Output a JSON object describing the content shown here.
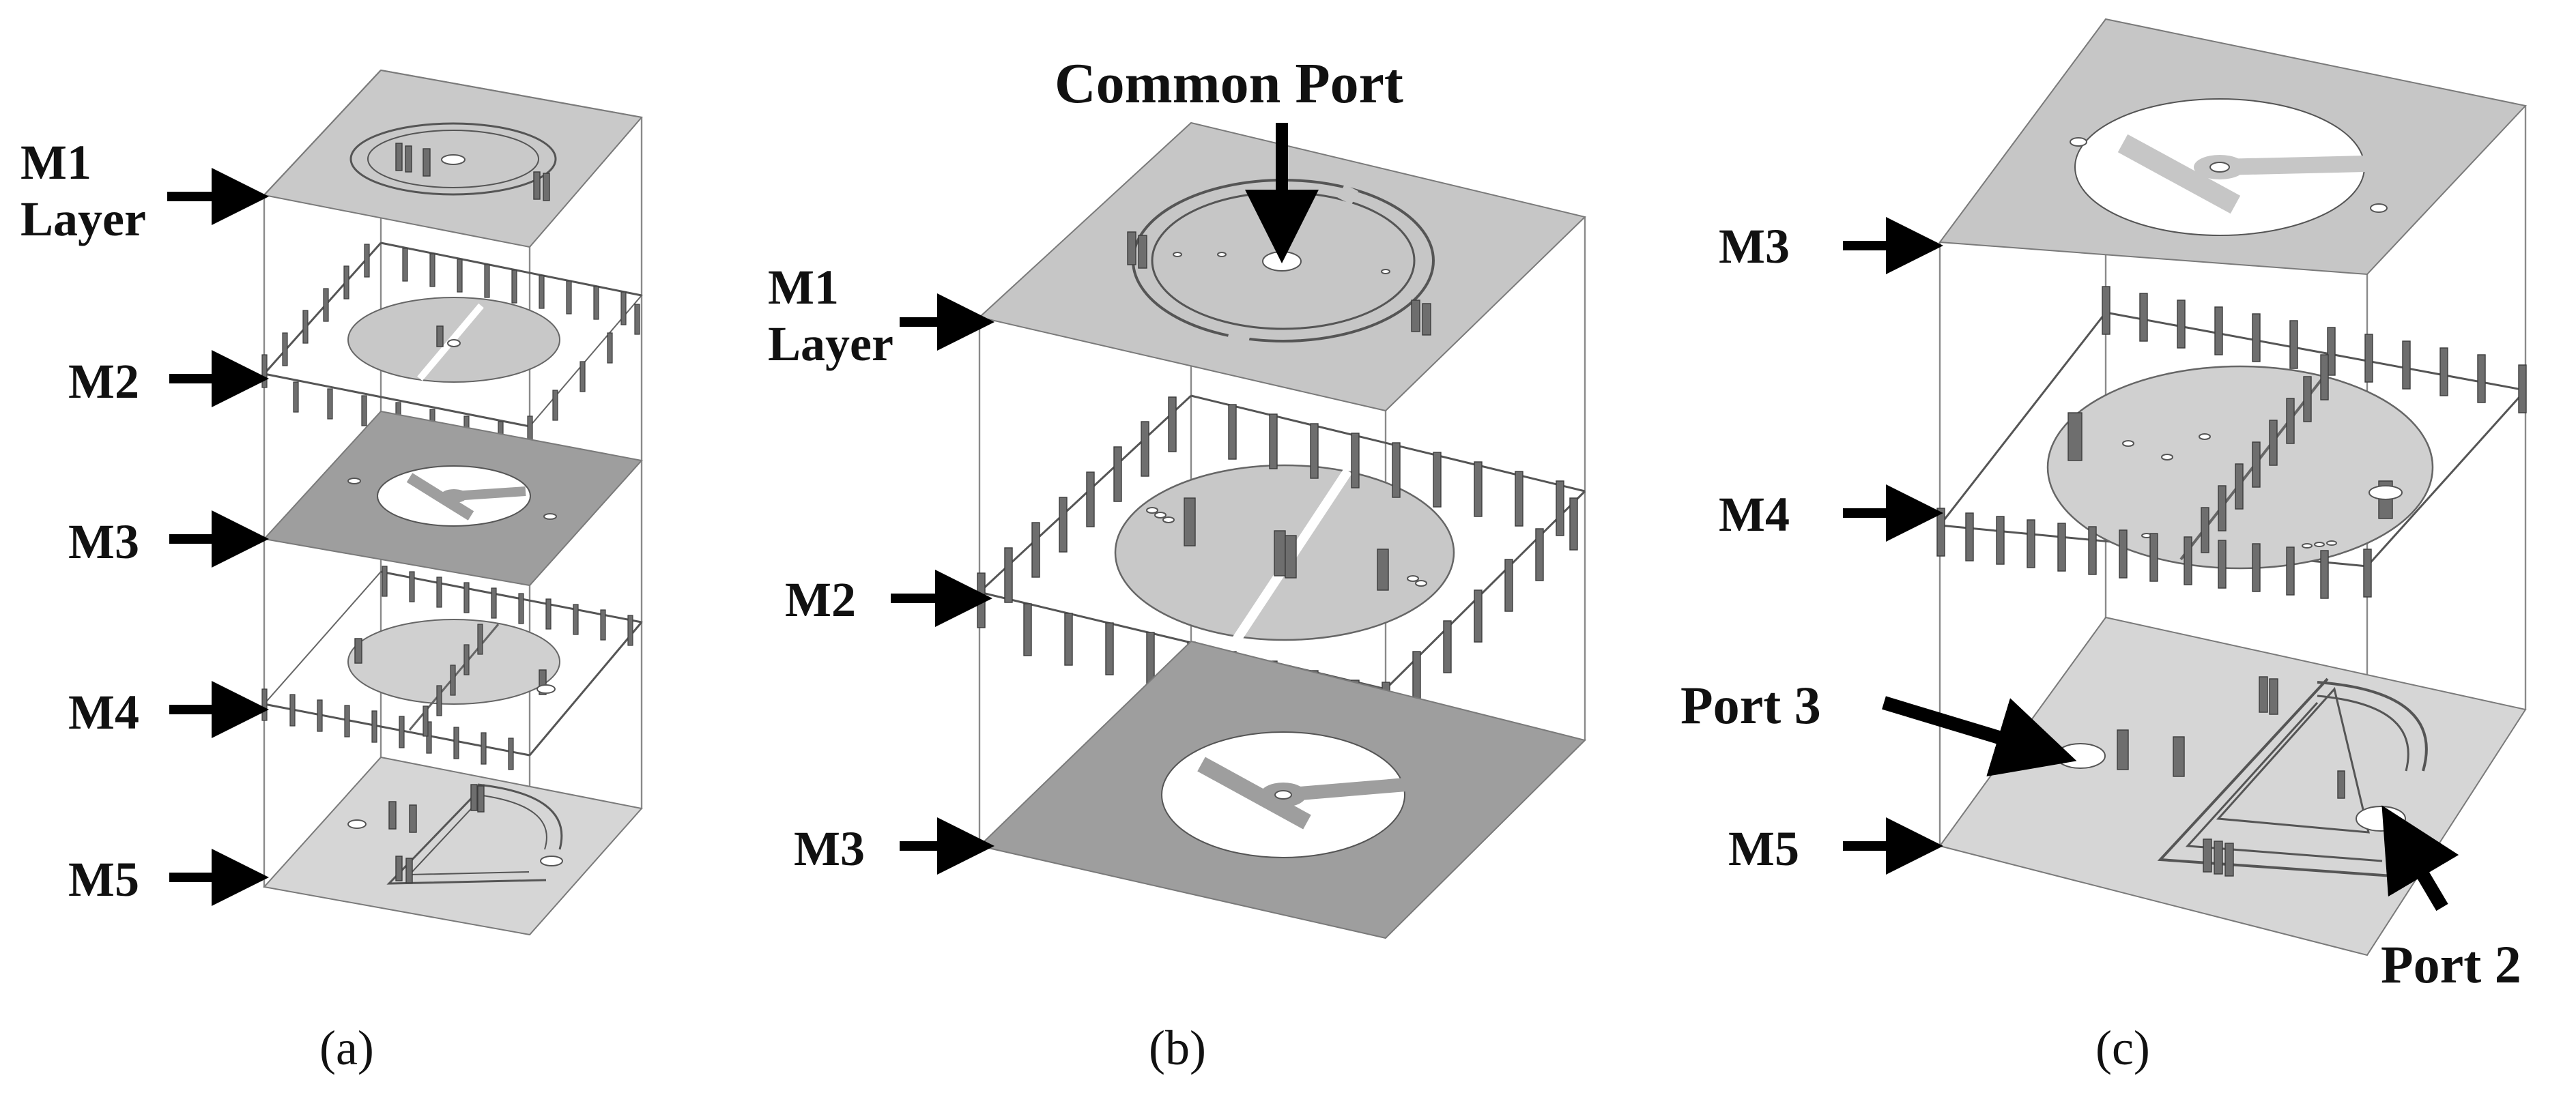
{
  "panels": [
    {
      "id": "a",
      "caption": "(a)",
      "layers": {
        "m1": "M1",
        "m1_sub": "Layer",
        "m2": "M2",
        "m3": "M3",
        "m4": "M4",
        "m5": "M5"
      }
    },
    {
      "id": "b",
      "caption": "(b)",
      "layers": {
        "common_port": "Common Port",
        "m1": "M1",
        "m1_sub": "Layer",
        "m2": "M2",
        "m3": "M3"
      }
    },
    {
      "id": "c",
      "caption": "(c)",
      "layers": {
        "m3": "M3",
        "m4": "M4",
        "port3": "Port 3",
        "m5": "M5",
        "port2": "Port 2"
      }
    }
  ],
  "colors": {
    "plate_light": "#d6d6d6",
    "plate_mid": "#c6c6c6",
    "plate_dark": "#9e9e9e",
    "pin": "#6e6e6e",
    "text": "#111111"
  }
}
